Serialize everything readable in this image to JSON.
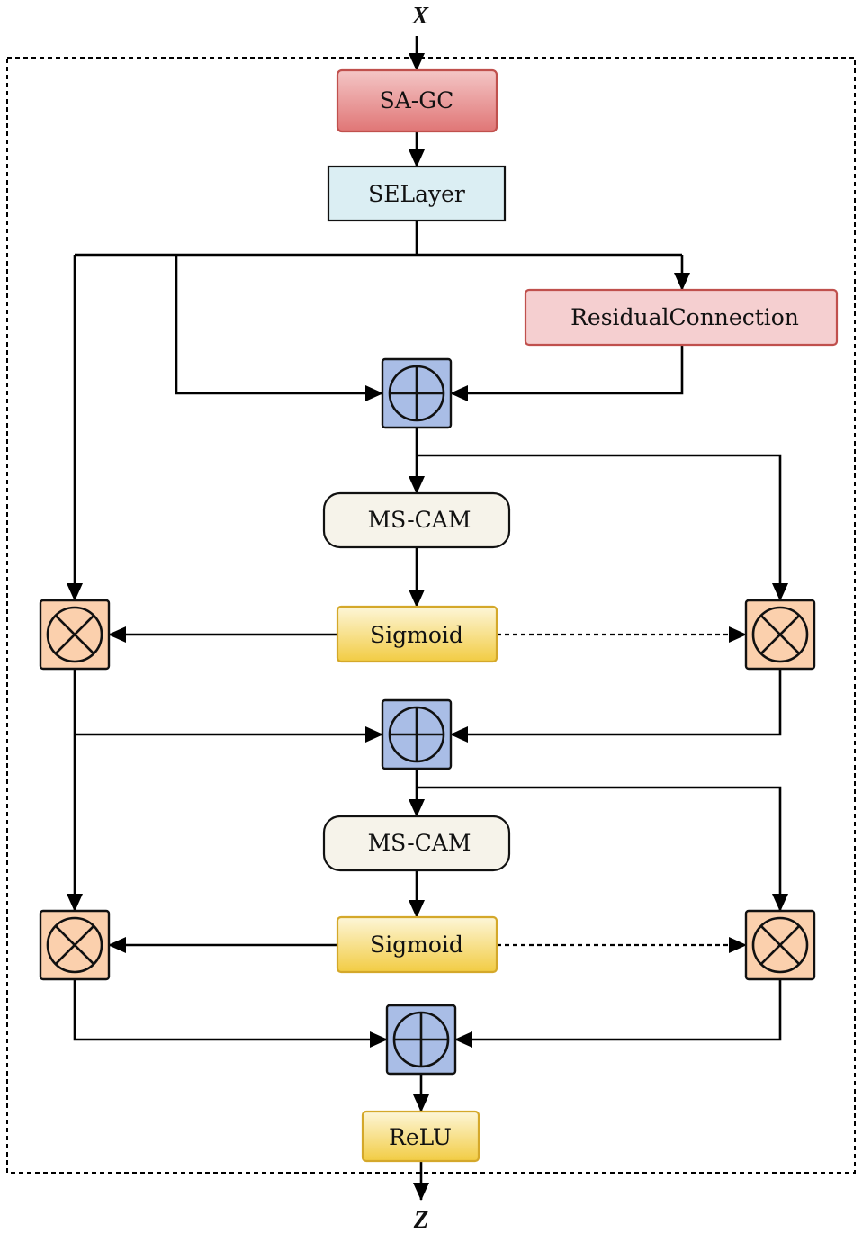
{
  "input_label": "X",
  "output_label": "Z",
  "blocks": {
    "sagc": "SA-GC",
    "selayer": "SELayer",
    "residual": "ResidualConnection",
    "mscam_1": "MS-CAM",
    "sigmoid_1": "Sigmoid",
    "mscam_2": "MS-CAM",
    "sigmoid_2": "Sigmoid",
    "relu": "ReLU"
  },
  "operators": {
    "add_icon": "circled-plus",
    "multiply_icon": "circled-times"
  },
  "colors": {
    "sagc_fill_top": "#f4c6c6",
    "sagc_fill_bottom": "#e07676",
    "sagc_border": "#c0504d",
    "selayer_fill": "#dbeef3",
    "residual_fill": "#f5cfd0",
    "residual_border": "#c0504d",
    "mscam_fill": "#f6f3ea",
    "sigmoid_fill_top": "#fdf6d8",
    "sigmoid_fill_bottom": "#f2cc43",
    "sigmoid_border": "#d4a82a",
    "add_fill": "#a9bde6",
    "multiply_fill": "#fbd0ad"
  }
}
